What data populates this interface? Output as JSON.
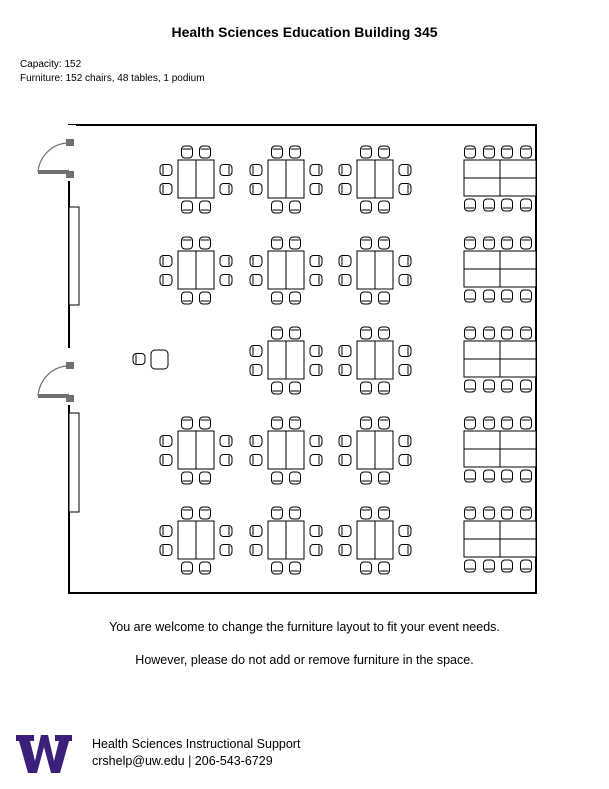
{
  "title": "Health Sciences Education Building 345",
  "capacity": "Capacity: 152",
  "furniture": "Furniture: 152 chairs, 48 tables, 1 podium",
  "note1": "You are welcome to change the furniture layout to fit your event needs.",
  "note2": "However, please do not add or remove furniture in the space.",
  "footer": {
    "org": "Health Sciences Instructional Support",
    "contact": "crshelp@uw.edu | 206-543-6729",
    "logo_text": "W",
    "logo_color": "#3b1f7a"
  },
  "colors": {
    "door": "#707070",
    "line": "#000000"
  }
}
